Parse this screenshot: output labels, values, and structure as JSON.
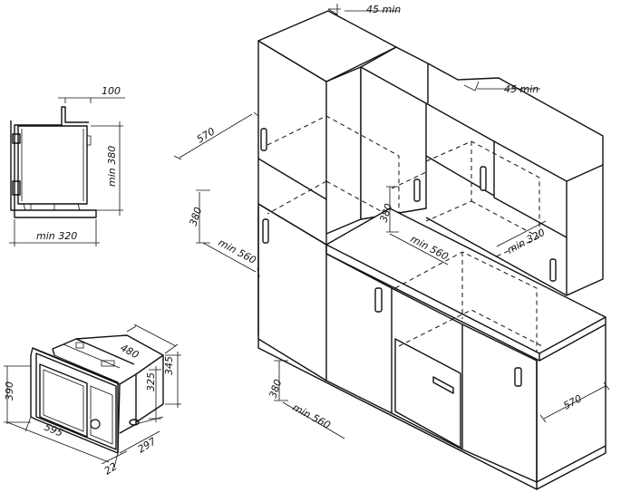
{
  "dimensions": {
    "front_clearance_top": "100",
    "front_height_min": "min 380",
    "front_width_min": "min 320",
    "mw_depth": "480",
    "mw_height": "390",
    "mw_width": "595",
    "mw_side_height": "345",
    "mw_inner_height": "325",
    "mw_inner_depth": "297",
    "mw_frame_depth": "22",
    "gap_top_left": "45 min",
    "gap_top_right": "45 min",
    "upper_depth": "570",
    "upper_niche_height": "380",
    "upper_niche_depth": "min 560",
    "mid_niche_height": "380",
    "mid_niche_depth": "min 560",
    "mid_niche_width": "min 320",
    "lower_niche_height": "380",
    "lower_niche_depth": "min 560",
    "lower_depth": "570"
  }
}
